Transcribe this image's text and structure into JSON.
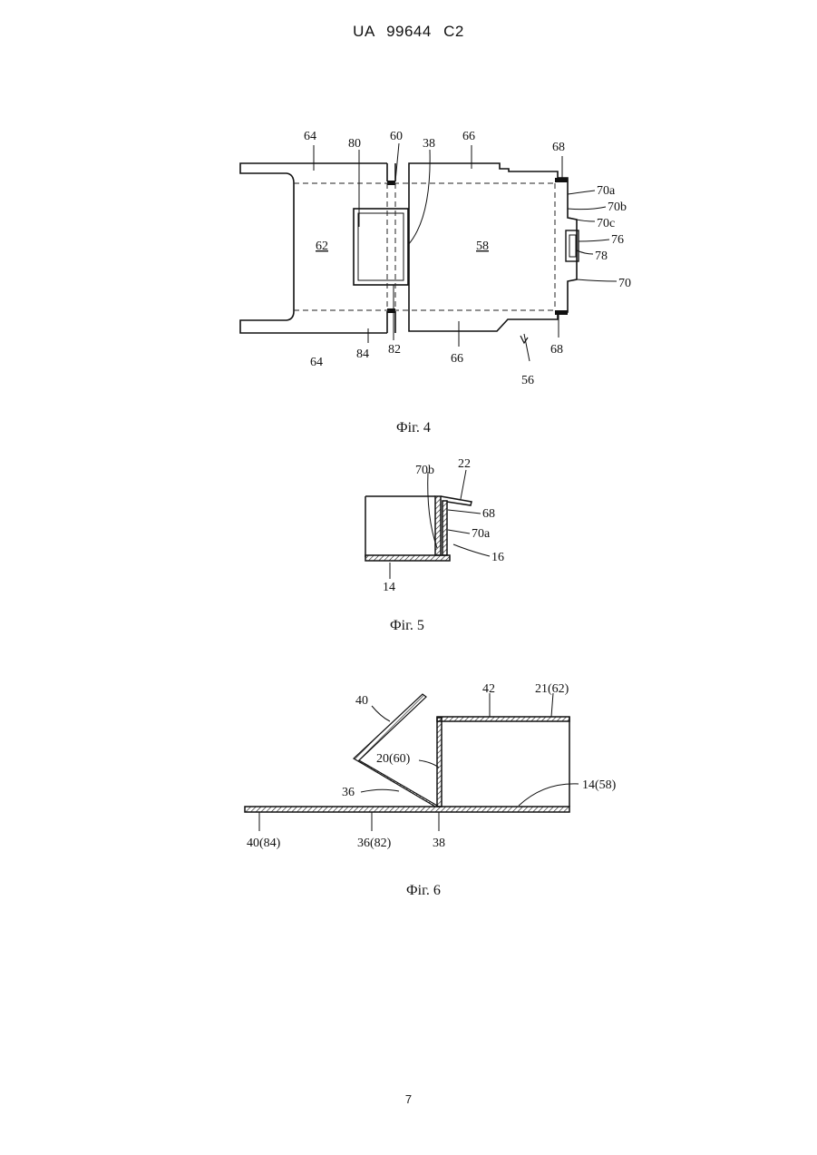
{
  "header": {
    "doc_id": "UA 99644 C2"
  },
  "figures": [
    {
      "caption": "Фiг. 4",
      "labels": [
        "64",
        "80",
        "60",
        "38",
        "66",
        "68",
        "62",
        "58",
        "70a",
        "70b",
        "70c",
        "76",
        "78",
        "70",
        "64",
        "84",
        "82",
        "66",
        "68",
        "56"
      ]
    },
    {
      "caption": "Фiг. 5",
      "labels": [
        "70b",
        "22",
        "68",
        "70a",
        "16",
        "14"
      ]
    },
    {
      "caption": "Фiг. 6",
      "labels": [
        "40",
        "42",
        "21(62)",
        "20(60)",
        "36",
        "14(58)",
        "40(84)",
        "36(82)",
        "38"
      ]
    }
  ],
  "page_number": "7"
}
